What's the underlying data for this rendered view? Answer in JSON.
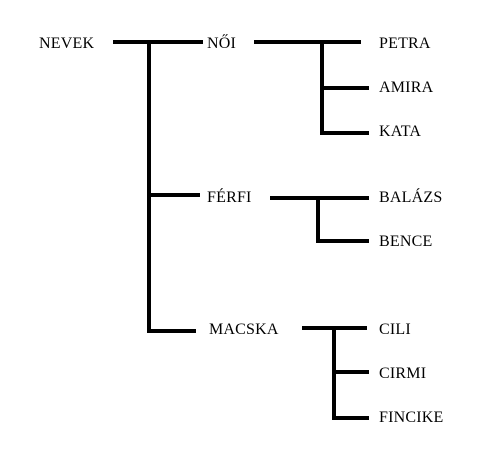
{
  "tree": {
    "root": {
      "label": "NEVEK"
    },
    "branches": [
      {
        "label": "NŐI",
        "children": [
          "PETRA",
          "AMIRA",
          "KATA"
        ]
      },
      {
        "label": "FÉRFI",
        "children": [
          "BALÁZS",
          "BENCE"
        ]
      },
      {
        "label": "MACSKA",
        "children": [
          "CILI",
          "CIRMI",
          "FINCIKE"
        ]
      }
    ]
  },
  "colors": {
    "line": "#000000",
    "text": "#000000",
    "background": "#ffffff"
  }
}
